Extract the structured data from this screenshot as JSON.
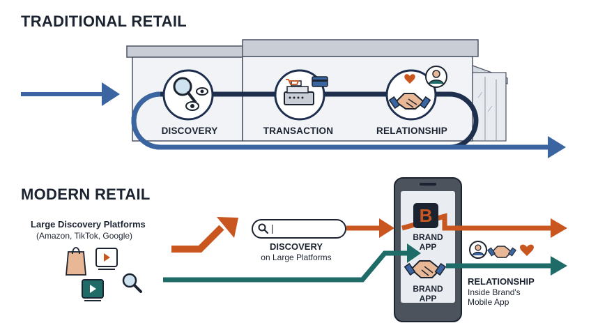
{
  "traditional": {
    "title": "TRADITIONAL RETAIL",
    "stages": [
      {
        "label": "DISCOVERY",
        "icon": "magnifier-eyes-icon"
      },
      {
        "label": "TRANSACTION",
        "icon": "cash-register-icon"
      },
      {
        "label": "RELATIONSHIP",
        "icon": "handshake-heart-icon"
      }
    ]
  },
  "modern": {
    "title": "MODERN RETAIL",
    "platforms_title": "Large Discovery Platforms",
    "platforms_subtitle": "(Amazon, TikTok, Google)",
    "search_cursor": "|",
    "discovery_title": "DISCOVERY",
    "discovery_subtitle": "on Large Platforms",
    "brand_app_line1": "BRAND",
    "brand_app_line2": "APP",
    "app_logo_letter": "B",
    "relationship_title": "RELATIONSHIP",
    "relationship_line1": "Inside Brand's",
    "relationship_line2": "Mobile App"
  },
  "colors": {
    "blue": "#3a65a0",
    "orange": "#c8561e",
    "teal": "#1e6b68",
    "dark": "#1c2330"
  }
}
